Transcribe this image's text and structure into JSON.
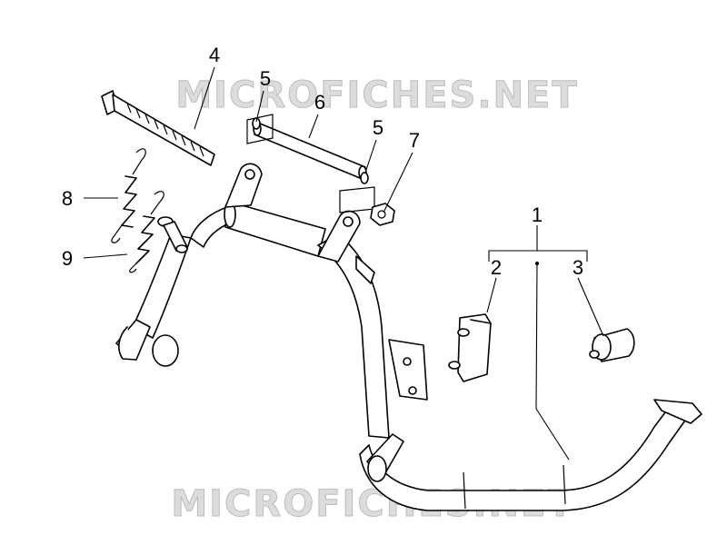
{
  "watermark": {
    "top": "MICROFICHES.NET",
    "bottom": "MICROFICHES.NET"
  },
  "callouts": {
    "c1": "1",
    "c2": "2",
    "c3": "3",
    "c4": "4",
    "c5a": "5",
    "c5b": "5",
    "c6": "6",
    "c7": "7",
    "c8": "8",
    "c9": "9"
  }
}
